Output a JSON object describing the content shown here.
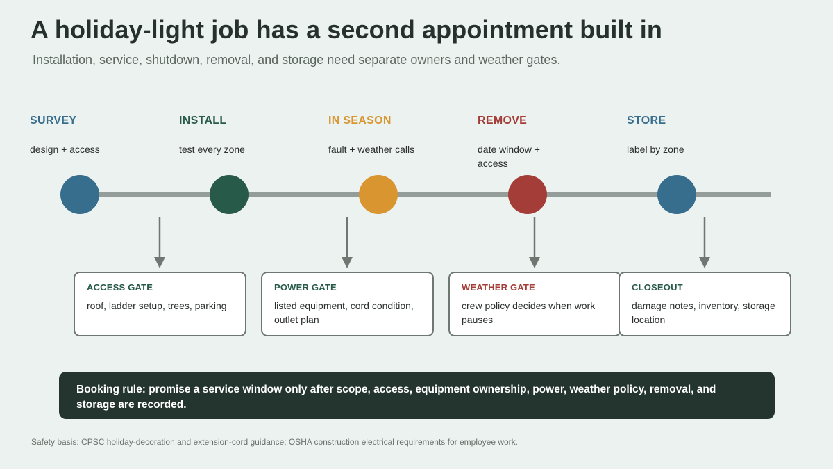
{
  "header": {
    "title": "A holiday-light job has a second appointment built in",
    "subtitle": "Installation, service, shutdown, removal, and storage need separate owners and weather gates."
  },
  "stages": [
    {
      "label": "SURVEY",
      "desc": "design + access",
      "color": "#376d8d"
    },
    {
      "label": "INSTALL",
      "desc": "test every zone",
      "color": "#275a48"
    },
    {
      "label": "IN SEASON",
      "desc": "fault + weather calls",
      "color": "#d89530"
    },
    {
      "label": "REMOVE",
      "desc": "date window + access",
      "color": "#a43d37"
    },
    {
      "label": "STORE",
      "desc": "label by zone",
      "color": "#376d8d"
    }
  ],
  "gates": [
    {
      "title": "ACCESS GATE",
      "text": "roof, ladder setup, trees, parking",
      "color": "#275a48"
    },
    {
      "title": "POWER GATE",
      "text": "listed equipment, cord condition, outlet plan",
      "color": "#275a48"
    },
    {
      "title": "WEATHER GATE",
      "text": "crew policy decides when work pauses",
      "color": "#a43d37"
    },
    {
      "title": "CLOSEOUT",
      "text": "damage notes, inventory, storage location",
      "color": "#275a48"
    }
  ],
  "booking_rule": "Booking rule: promise a service window only after scope, access, equipment ownership, power, weather policy, removal, and storage are recorded.",
  "footnote": "Safety basis: CPSC holiday-decoration and extension-cord guidance; OSHA construction electrical requirements for employee work.",
  "colors": {
    "background": "#ecf2ef",
    "timeline": "#949d99",
    "arrow": "#6f7773",
    "rule_bg": "#243530"
  }
}
